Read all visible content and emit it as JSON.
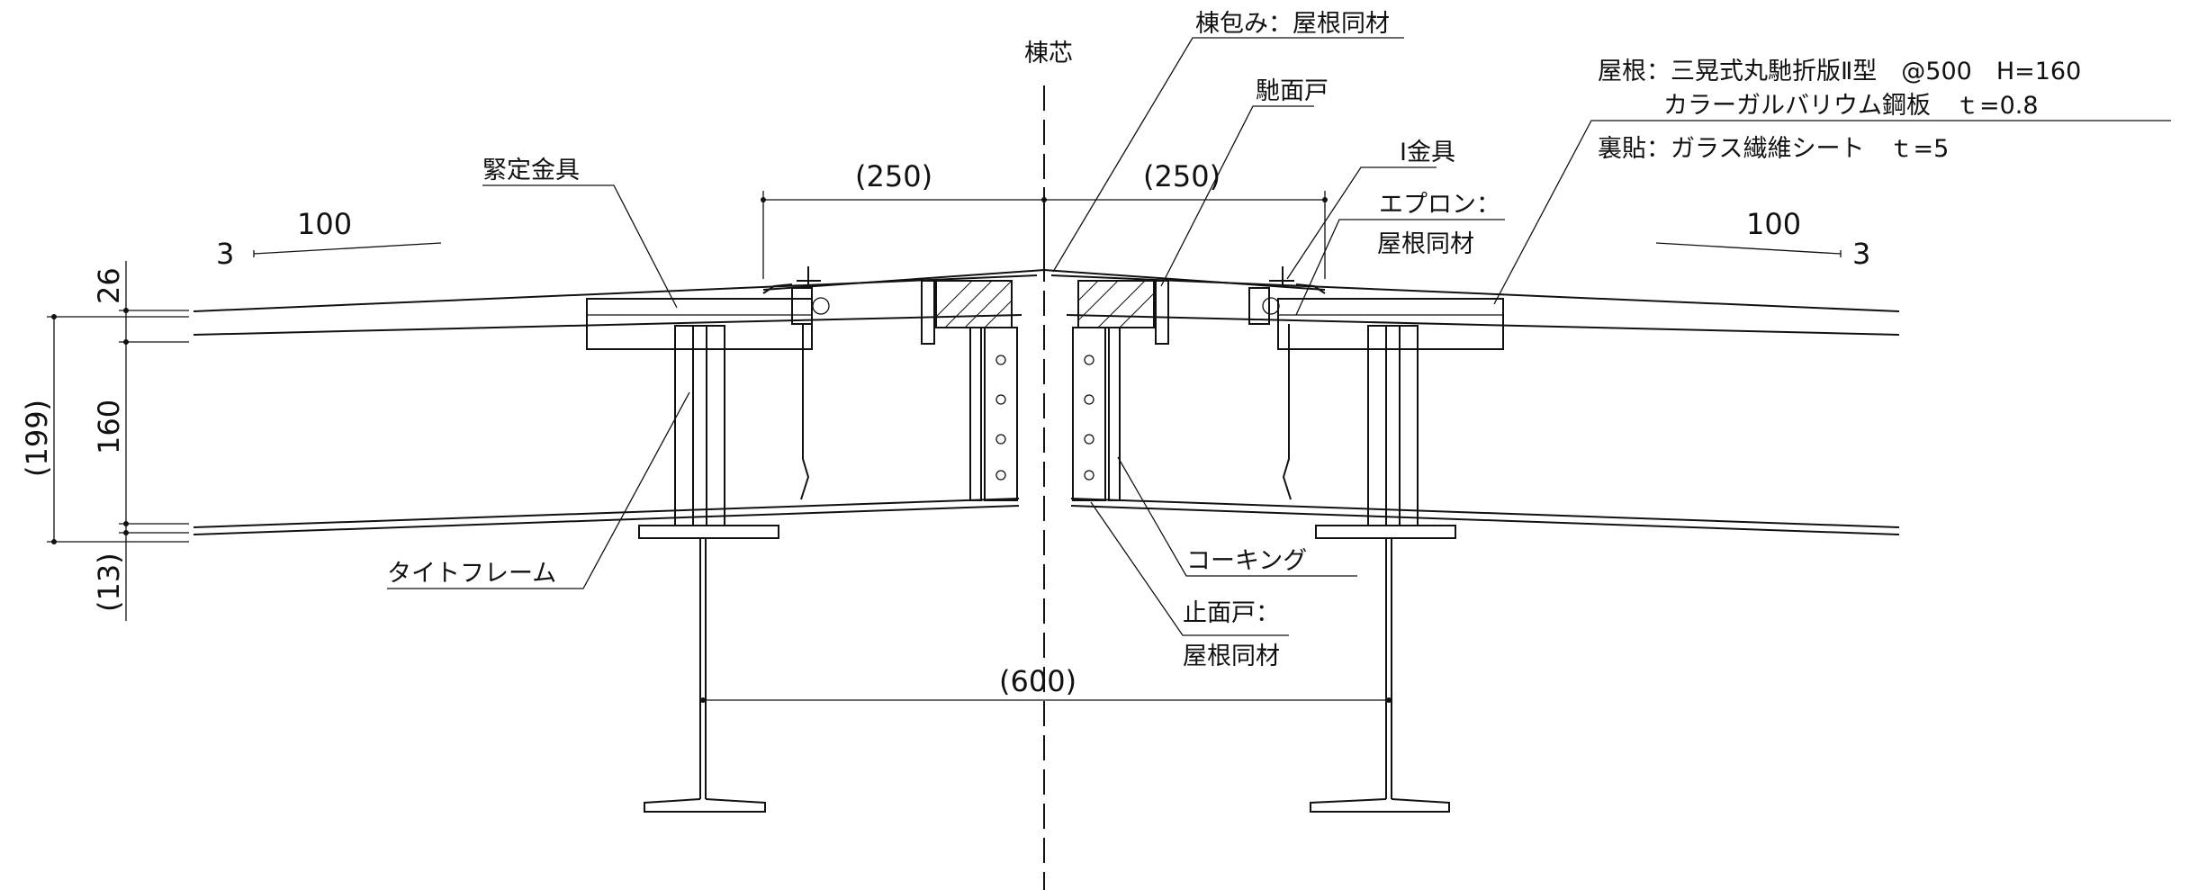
{
  "labels": {
    "ridge_center": "棟芯",
    "ridge_cover": "棟包み：屋根同材",
    "closure": "馳面戸",
    "fix_bracket": "緊定金具",
    "i_bracket": "I金具",
    "apron_1": "エプロン：",
    "apron_2": "屋根同材",
    "roof_1": "屋根：三晃式丸馳折版Ⅱ型　@500　H=160",
    "roof_2": "カラーガルバリウム鋼板　ｔ=0.8",
    "backing": "裏貼：ガラス繊維シート　ｔ=5",
    "tight_frame": "タイトフレーム",
    "caulking": "コーキング",
    "stop_1": "止面戸：",
    "stop_2": "屋根同材"
  },
  "dimensions": {
    "left_span": "(250)",
    "right_span": "(250)",
    "purlin_span": "(600)",
    "total_height": "(199)",
    "top_height": "26",
    "mid_height": "160",
    "bottom_height": "(13)",
    "slope_left_run": "100",
    "slope_left_rise": "3",
    "slope_right_run": "100",
    "slope_right_rise": "3"
  }
}
